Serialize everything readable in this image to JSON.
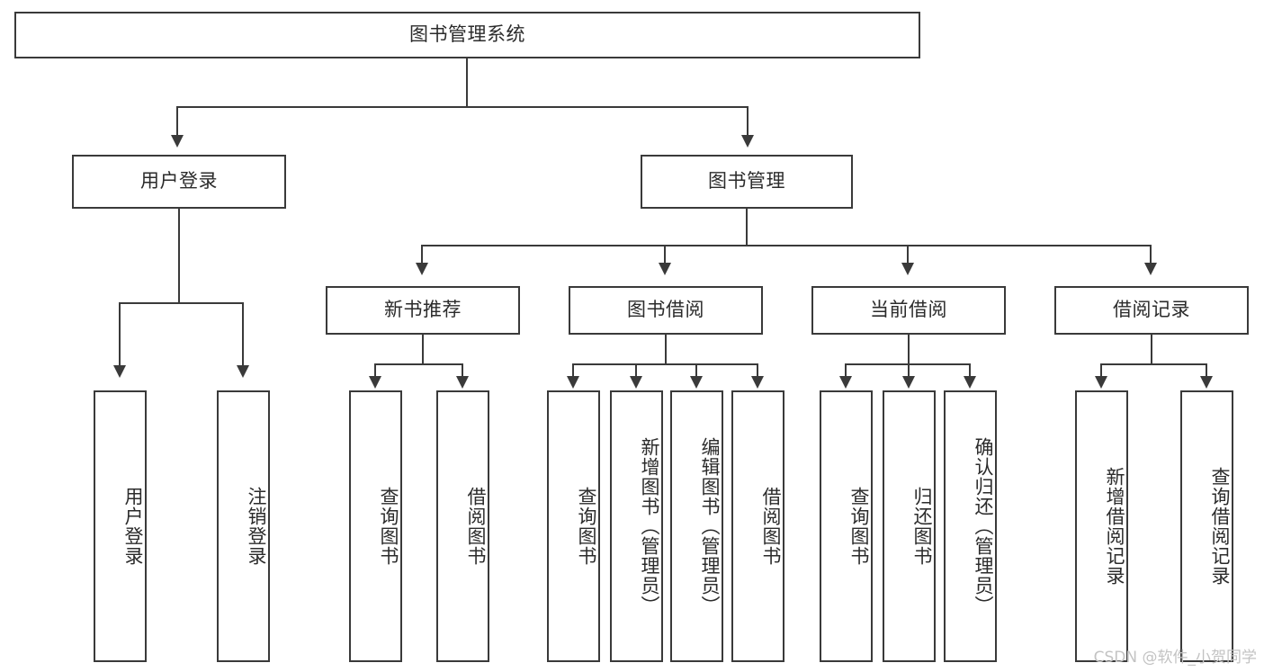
{
  "diagram": {
    "type": "tree",
    "title": "图书管理系统",
    "root": {
      "label": "图书管理系统"
    },
    "level2": [
      {
        "label": "用户登录"
      },
      {
        "label": "图书管理"
      }
    ],
    "level3": [
      {
        "label": "新书推荐"
      },
      {
        "label": "图书借阅"
      },
      {
        "label": "当前借阅"
      },
      {
        "label": "借阅记录"
      }
    ],
    "leaves": {
      "user_login": [
        {
          "label": "用户登录"
        },
        {
          "label": "注销登录"
        }
      ],
      "new_book": [
        {
          "label": "查询图书"
        },
        {
          "label": "借阅图书"
        }
      ],
      "book_borrow": [
        {
          "label": "查询图书"
        },
        {
          "label": "新增图书（管理员）"
        },
        {
          "label": "编辑图书（管理员）"
        },
        {
          "label": "借阅图书"
        }
      ],
      "current_borrow": [
        {
          "label": "查询图书"
        },
        {
          "label": "归还图书"
        },
        {
          "label": "确认归还（管理员）"
        }
      ],
      "borrow_record": [
        {
          "label": "新增借阅记录"
        },
        {
          "label": "查询借阅记录"
        }
      ]
    }
  },
  "watermark": {
    "text": "CSDN @软件_小贺同学"
  },
  "colors": {
    "stroke": "#3a3a3a",
    "text": "#2b2b2b",
    "background": "#ffffff",
    "watermark": "#c3c3c3"
  }
}
